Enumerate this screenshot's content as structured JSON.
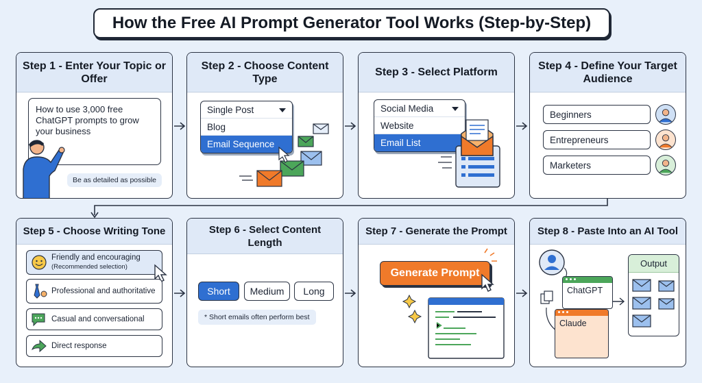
{
  "title": "How the Free AI Prompt Generator Tool Works (Step-by-Step)",
  "colors": {
    "accent_blue": "#2f6fd1",
    "accent_orange": "#f07a2a",
    "header_bg": "#dfe9f7",
    "page_bg": "#e8f0fa"
  },
  "steps": [
    {
      "heading": "Step 1 - Enter Your Topic or Offer",
      "input_text": "How to use 3,000 free ChatGPT prompts to grow your business",
      "hint": "Be as detailed as possible",
      "icon": "person-pointing-icon"
    },
    {
      "heading": "Step 2 - Choose Content Type",
      "options": [
        "Single Post",
        "Blog",
        "Email Sequence"
      ],
      "selected": "Email Sequence",
      "icon": "envelopes-icon"
    },
    {
      "heading": "Step 3 - Select Platform",
      "options": [
        "Social Media",
        "Website",
        "Email List"
      ],
      "selected": "Email List",
      "icon": "open-envelope-icon"
    },
    {
      "heading": "Step 4 - Define Your Target Audience",
      "audiences": [
        "Beginners",
        "Entrepreneurs",
        "Marketers"
      ],
      "icon": "avatar-icon"
    },
    {
      "heading": "Step 5 - Choose Writing Tone",
      "tones": [
        {
          "label": "Friendly and encouraging",
          "note": "(Recommended selection)",
          "icon": "smiley-icon"
        },
        {
          "label": "Professional and authoritative",
          "note": "",
          "icon": "tie-gear-icon"
        },
        {
          "label": "Casual and conversational",
          "note": "",
          "icon": "chat-bubble-icon"
        },
        {
          "label": "Direct response",
          "note": "",
          "icon": "arrow-right-icon"
        }
      ]
    },
    {
      "heading": "Step 6 - Select Content Length",
      "lengths": [
        "Short",
        "Medium",
        "Long"
      ],
      "selected": "Short",
      "note": "* Short emails often perform best"
    },
    {
      "heading": "Step 7 - Generate the Prompt",
      "button": "Generate Prompt",
      "icon": "code-window-icon"
    },
    {
      "heading": "Step 8 - Paste Into an AI Tool",
      "tools": [
        "ChatGPT",
        "Claude"
      ],
      "output_label": "Output",
      "icon": "copy-icon"
    }
  ]
}
